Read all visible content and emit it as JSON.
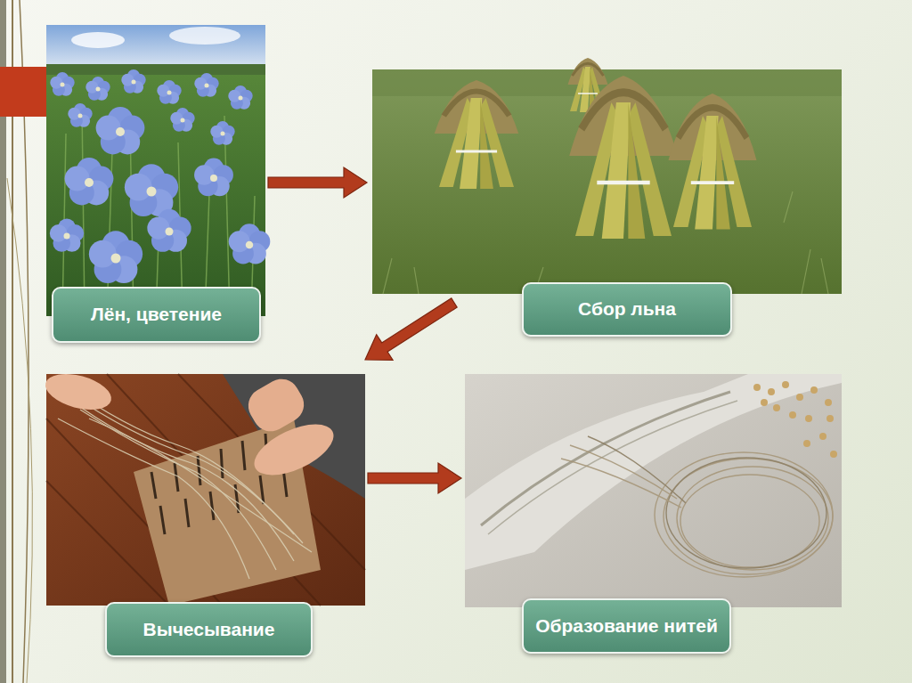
{
  "diagram": {
    "nodes": [
      {
        "text": [
          "Лён, цветение"
        ]
      },
      {
        "text": [
          "Сбор льна"
        ]
      },
      {
        "text": [
          "Вычесывание"
        ]
      },
      {
        "text": [
          "Образование нитей"
        ]
      }
    ],
    "edges": [
      {
        "from": 0,
        "to": 1,
        "arrow": "to"
      },
      {
        "from": 1,
        "to": 2,
        "arrow": "to"
      },
      {
        "from": 2,
        "to": 3,
        "arrow": "to"
      }
    ]
  }
}
